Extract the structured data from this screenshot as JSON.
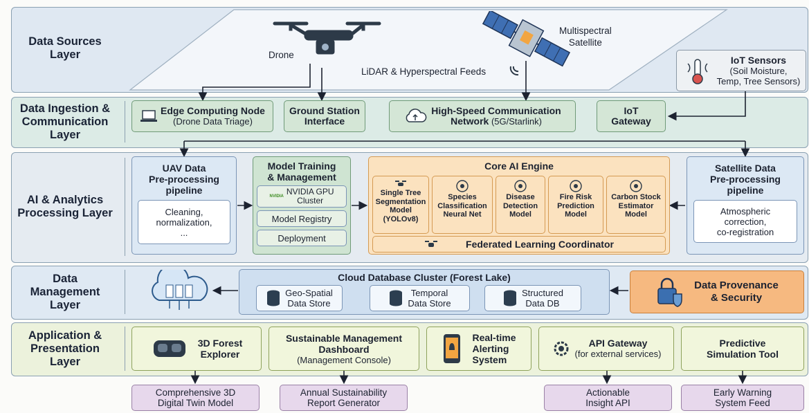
{
  "layers": {
    "sources": "Data Sources\nLayer",
    "ingestion": "Data Ingestion &\nCommunication\nLayer",
    "ai": "AI & Analytics\nProcessing Layer",
    "data_mgmt": "Data\nManagement\nLayer",
    "app": "Application &\nPresentation\nLayer"
  },
  "sources": {
    "drone": "Drone",
    "satellite": "Multispectral\nSatellite",
    "feeds": "LiDAR & Hyperspectral Feeds",
    "iot_title": "IoT Sensors",
    "iot_sub": "(Soil Moisture,\nTemp, Tree Sensors)"
  },
  "ingestion": {
    "edge_title": "Edge Computing Node",
    "edge_sub": "(Drone Data Triage)",
    "ground_station": "Ground Station\nInterface",
    "network_title": "High-Speed Communication",
    "network_title2": "Network",
    "network_sub": "(5G/Starlink)",
    "iot_gateway": "IoT\nGateway"
  },
  "ai": {
    "uav_title": "UAV Data\nPre-processing\npipeline",
    "uav_steps": "Cleaning,\nnormalization,\n...",
    "training_title": "Model Training\n& Management",
    "gpu_label": "NVIDIA GPU\nCluster",
    "nvidia_logo": "NVIDIA",
    "registry": "Model Registry",
    "deployment": "Deployment",
    "core_title": "Core AI Engine",
    "models": [
      "Single Tree\nSegmentation\nModel\n(YOLOv8)",
      "Species\nClassification\nNeural Net",
      "Disease\nDetection\nModel",
      "Fire Risk\nPrediction\nModel",
      "Carbon Stock\nEstimator\nModel"
    ],
    "federated": "Federated Learning Coordinator",
    "sat_title": "Satellite Data\nPre-processing\npipeline",
    "sat_steps": "Atmospheric\ncorrection,\nco-registration"
  },
  "data_mgmt": {
    "cluster_title": "Cloud Database Cluster (Forest Lake)",
    "stores": [
      "Geo-Spatial\nData Store",
      "Temporal\nData Store",
      "Structured\nData DB"
    ],
    "provenance": "Data Provenance\n& Security"
  },
  "app": {
    "explorer": "3D Forest\nExplorer",
    "dashboard_title": "Sustainable Management\nDashboard",
    "dashboard_sub": "(Management Console)",
    "alerting": "Real-time\nAlerting\nSystem",
    "api_title": "API Gateway",
    "api_sub": "(for external services)",
    "simulation": "Predictive\nSimulation Tool"
  },
  "outputs": [
    "Comprehensive 3D\nDigital Twin Model",
    "Annual Sustainability\nReport Generator",
    "Actionable\nInsight API",
    "Early Warning\nSystem Feed"
  ],
  "colors": {
    "sources_bg": "#dfe8f2",
    "ingestion_bg": "#dcebe6",
    "ai_bg": "#e5ebf1",
    "data_bg": "#dfe9f3",
    "app_bg": "#ecf2dc",
    "core_engine": "#fbe2bf",
    "provenance": "#f6b980",
    "outputs": "#e7d8ec"
  }
}
